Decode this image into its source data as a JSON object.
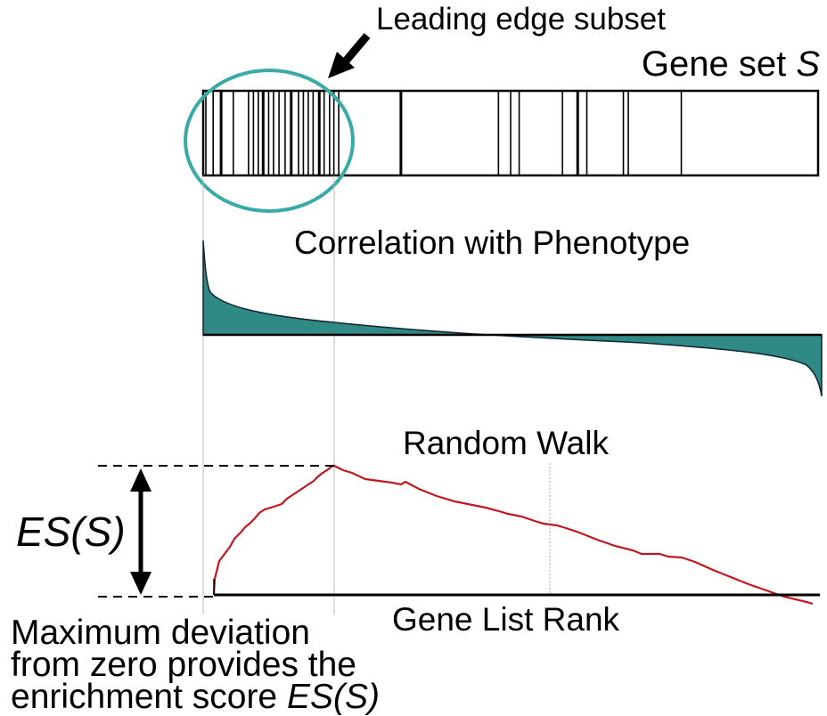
{
  "labels": {
    "leading_edge": "Leading edge subset",
    "gene_set_prefix": "Gene set ",
    "gene_set_symbol": "S",
    "correlation": "Correlation with Phenotype",
    "random_walk": "Random Walk",
    "es": "ES(S)",
    "rank_axis": "Gene List Rank",
    "caption_line1": "Maximum deviation",
    "caption_line2": "from zero provides the",
    "caption_line3_prefix": "enrichment score ",
    "caption_line3_symbol": "ES(S)"
  },
  "colors": {
    "walk_line": "#c0181e",
    "correlation_fill": "#2f8a85",
    "leading_edge_circle": "#3aaaa6"
  },
  "gene_hits_rank_fraction": [
    0.0,
    0.012,
    0.025,
    0.045,
    0.07,
    0.078,
    0.086,
    0.094,
    0.103,
    0.111,
    0.12,
    0.13,
    0.14,
    0.152,
    0.16,
    0.168,
    0.176,
    0.186,
    0.194,
    0.203,
    0.21,
    0.218,
    0.32,
    0.48,
    0.5,
    0.514,
    0.585,
    0.61,
    0.625,
    0.685,
    0.693,
    0.78
  ],
  "leading_edge_end_fraction": 0.213
}
